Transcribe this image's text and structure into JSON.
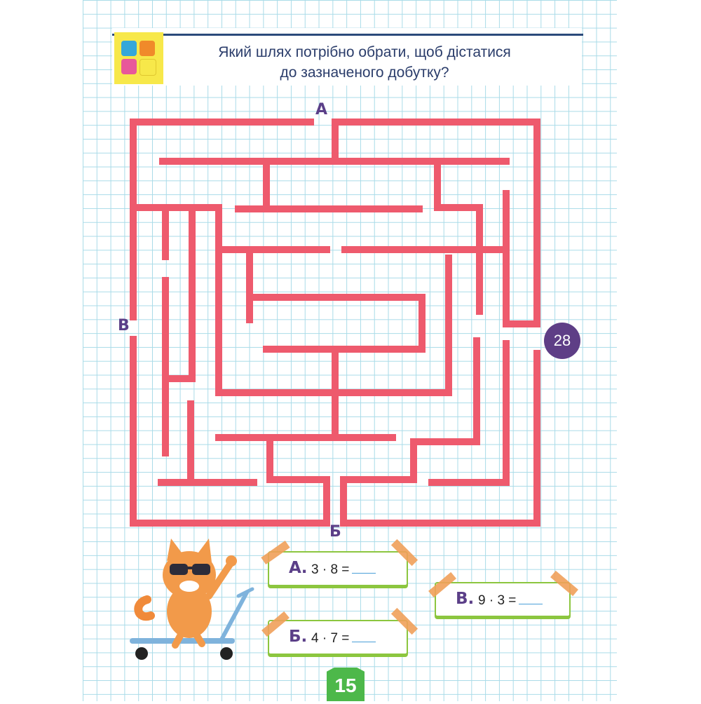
{
  "title_line1": "Який шлях потрібно обрати, щоб дістатися",
  "title_line2": "до зазначеного добутку?",
  "maze": {
    "label_a": "А",
    "label_b": "Б",
    "label_v": "В",
    "target": "28"
  },
  "cards": [
    {
      "letter": "А.",
      "expression": "3 · 8 ="
    },
    {
      "letter": "Б.",
      "expression": "4 · 7 ="
    },
    {
      "letter": "В.",
      "expression": "9 · 3 ="
    }
  ],
  "page_number": "15",
  "colors": {
    "maze_wall": "#ee5a6d",
    "label": "#5b3f88",
    "target_circle": "#5e3e86",
    "card_border": "#8cc63f",
    "page_tab": "#4db84a",
    "grid": "#a9dbe8"
  },
  "icons": [
    "puzzle-icon",
    "cat-on-scooter-illustration"
  ]
}
